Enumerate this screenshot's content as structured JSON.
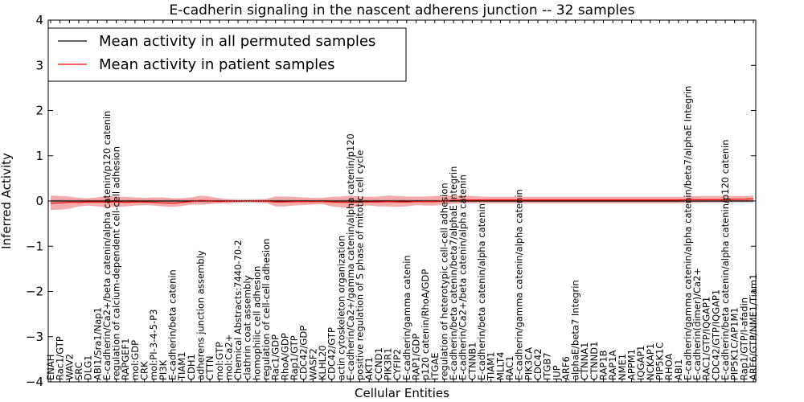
{
  "chart_data": {
    "type": "line",
    "title": "E-cadherin signaling in the nascent adherens junction -- 32 samples",
    "xlabel": "Cellular Entities",
    "ylabel": "Inferred Activity",
    "ylim": [
      -4,
      4
    ],
    "yticks": [
      -4,
      -3,
      -2,
      -1,
      0,
      1,
      2,
      3,
      4
    ],
    "grid": false,
    "legend_position": "top-left",
    "categories": [
      "ENAH",
      "Rac1/GTP",
      "WAV2",
      "SRC",
      "DLG1",
      "ABI1/Sra1/Nap1",
      "E-cadherin/Ca2+/beta catenin/alpha catenin/p120 catenin",
      "regulation of calcium-dependent cell-cell adhesion",
      "RAPGEF1",
      "mol:GDP",
      "CRK",
      "mol:PI-3-4-5-P3",
      "PI3K",
      "E-cadherin/beta catenin",
      "TIAM1",
      "CDH1",
      "adherens junction assembly",
      "CTTN",
      "mol:GTP",
      "mol:Ca2+",
      "Chemical Abstracts:7440-70-2",
      "clathrin coat assembly",
      "homophilic cell adhesion",
      "regulation of cell-cell adhesion",
      "Rac1/GDP",
      "RhoA/GDP",
      "Rap1/GTP",
      "CDC42/GDP",
      "WASF2",
      "KLHL20",
      "CDC42/GTP",
      "actin cytoskeleton organization",
      "E-cadherin/Ca2+/gamma catenin/alpha catenin/p120",
      "positive regulation of S phase of mitotic cell cycle",
      "AKT1",
      "CCND1",
      "PIK3R1",
      "CYFIP2",
      "E-cadherin/gamma catenin",
      "RAP1/GDP",
      "p120 catenin/RhoA/GDP",
      "ITGAE",
      "regulation of heterotypic cell-cell adhesion",
      "E-cadherin/beta catenin/beta7/alphaE Integrin",
      "E-cadherin/Ca2+/beta catenin/alpha catenin",
      "CTNNB1",
      "E-cadherin/beta catenin/alpha catenin",
      "TIAM1",
      "MLLT4",
      "RAC1",
      "E-cadherin/gamma catenin/alpha catenin",
      "PIK3CA",
      "CDC42",
      "ITGB7",
      "JUP",
      "ARF6",
      "alphaE/beta7 Integrin",
      "CTNNA1",
      "CTNND1",
      "RAP1B",
      "RAP1A",
      "NME1",
      "APPM1",
      "IQGAP1",
      "NCKAP1",
      "PIP5K1C",
      "RHOA",
      "ABI1",
      "E-cadherin/gamma catenin/alpha catenin/beta7/alphaE Integrin",
      "E-cadherin(dimer)/Ca2+",
      "RAC1/GTP/IQGAP1",
      "CDC42/GTP/IQGAP1",
      "E-cadherin/beta catenin/alpha catenin/p120 catenin",
      "PIP5K1C/AP1M1",
      "Rap1/GTP/I-afadin",
      "ARF6/GTP/NME1/Tiam1"
    ],
    "series": [
      {
        "name": "Mean activity in all permuted samples",
        "color": "#000000",
        "values": [
          0,
          0,
          0,
          0,
          0,
          0,
          0,
          0,
          0,
          0,
          0,
          0,
          0,
          0,
          0,
          0,
          0,
          0,
          0,
          0,
          0,
          0,
          0,
          0,
          0,
          0,
          0,
          0,
          0,
          0,
          0,
          0,
          0,
          0,
          0,
          0,
          0,
          0,
          0,
          0,
          0,
          0,
          0,
          0,
          0,
          0,
          0,
          0,
          0,
          0,
          0,
          0,
          0,
          0,
          0,
          0,
          0,
          0,
          0,
          0,
          0,
          0,
          0,
          0,
          0,
          0,
          0,
          0,
          0,
          0,
          0,
          0,
          0,
          0,
          0,
          0
        ],
        "lower": [
          -0.05,
          -0.05,
          -0.05,
          -0.05,
          -0.05,
          -0.05,
          -0.05,
          -0.05,
          -0.05,
          -0.05,
          -0.05,
          -0.05,
          -0.05,
          -0.05,
          -0.05,
          -0.05,
          -0.05,
          -0.05,
          -0.05,
          -0.05,
          -0.05,
          -0.05,
          -0.05,
          -0.05,
          -0.05,
          -0.05,
          -0.05,
          -0.05,
          -0.05,
          -0.05,
          -0.05,
          -0.05,
          -0.05,
          -0.05,
          -0.05,
          -0.05,
          -0.05,
          -0.05,
          -0.05,
          -0.05,
          -0.05,
          -0.05,
          -0.05,
          -0.05,
          -0.05,
          -0.05,
          -0.05,
          -0.05,
          -0.05,
          -0.05,
          -0.05,
          -0.05,
          -0.05,
          -0.05,
          -0.05,
          -0.05,
          -0.05,
          -0.05,
          -0.05,
          -0.05,
          -0.05,
          -0.05,
          -0.05,
          -0.05,
          -0.05,
          -0.05,
          -0.05,
          -0.05,
          -0.05,
          -0.05,
          -0.05,
          -0.05,
          -0.05,
          -0.05,
          -0.05,
          -0.05
        ],
        "upper": [
          0.05,
          0.05,
          0.05,
          0.05,
          0.05,
          0.05,
          0.05,
          0.05,
          0.05,
          0.05,
          0.05,
          0.05,
          0.05,
          0.05,
          0.05,
          0.05,
          0.05,
          0.05,
          0.05,
          0.05,
          0.05,
          0.05,
          0.05,
          0.05,
          0.05,
          0.05,
          0.05,
          0.05,
          0.05,
          0.05,
          0.05,
          0.05,
          0.05,
          0.05,
          0.05,
          0.05,
          0.05,
          0.05,
          0.05,
          0.05,
          0.05,
          0.05,
          0.05,
          0.05,
          0.05,
          0.05,
          0.05,
          0.05,
          0.05,
          0.05,
          0.05,
          0.05,
          0.05,
          0.05,
          0.05,
          0.05,
          0.05,
          0.05,
          0.05,
          0.05,
          0.05,
          0.05,
          0.05,
          0.05,
          0.05,
          0.05,
          0.05,
          0.05,
          0.05,
          0.05,
          0.05,
          0.05,
          0.05,
          0.05,
          0.05,
          0.05
        ],
        "band_color": "#bfc4d4"
      },
      {
        "name": "Mean activity in patient samples",
        "color": "#ff0000",
        "values": [
          -0.05,
          -0.04,
          -0.03,
          -0.03,
          -0.02,
          -0.02,
          -0.02,
          -0.02,
          -0.03,
          -0.02,
          -0.02,
          -0.03,
          -0.04,
          -0.05,
          -0.03,
          -0.01,
          0.01,
          0.0,
          -0.01,
          0.0,
          0.0,
          0.0,
          0.0,
          0.0,
          -0.02,
          -0.02,
          -0.01,
          -0.01,
          -0.01,
          -0.01,
          -0.02,
          -0.03,
          -0.03,
          -0.02,
          -0.02,
          -0.02,
          -0.01,
          -0.02,
          -0.02,
          -0.01,
          -0.01,
          -0.01,
          0.0,
          0.02,
          0.02,
          0.02,
          0.02,
          0.02,
          0.02,
          0.02,
          0.02,
          0.02,
          0.02,
          0.02,
          0.02,
          0.02,
          0.02,
          0.02,
          0.02,
          0.02,
          0.02,
          0.02,
          0.02,
          0.02,
          0.02,
          0.02,
          0.02,
          0.02,
          0.03,
          0.03,
          0.03,
          0.03,
          0.03,
          0.04,
          0.04,
          0.05
        ],
        "lower": [
          -0.2,
          -0.19,
          -0.17,
          -0.12,
          -0.1,
          -0.12,
          -0.14,
          -0.13,
          -0.12,
          -0.1,
          -0.09,
          -0.1,
          -0.12,
          -0.13,
          -0.11,
          -0.08,
          -0.08,
          -0.07,
          -0.05,
          -0.05,
          -0.03,
          -0.02,
          -0.03,
          -0.04,
          -0.12,
          -0.12,
          -0.1,
          -0.09,
          -0.08,
          -0.07,
          -0.12,
          -0.14,
          -0.14,
          -0.11,
          -0.1,
          -0.12,
          -0.12,
          -0.13,
          -0.12,
          -0.09,
          -0.1,
          -0.1,
          -0.08,
          -0.06,
          -0.05,
          -0.05,
          -0.05,
          -0.05,
          -0.05,
          -0.05,
          -0.05,
          -0.05,
          -0.05,
          -0.05,
          -0.05,
          -0.05,
          -0.05,
          -0.05,
          -0.05,
          -0.05,
          -0.05,
          -0.05,
          -0.05,
          -0.05,
          -0.05,
          -0.05,
          -0.05,
          -0.05,
          -0.04,
          -0.04,
          -0.03,
          -0.03,
          -0.03,
          -0.02,
          -0.02,
          -0.01
        ],
        "upper": [
          0.12,
          0.11,
          0.1,
          0.07,
          0.06,
          0.08,
          0.11,
          0.1,
          0.09,
          0.08,
          0.07,
          0.08,
          0.08,
          0.06,
          0.06,
          0.08,
          0.12,
          0.1,
          0.06,
          0.03,
          0.02,
          0.02,
          0.03,
          0.04,
          0.1,
          0.1,
          0.09,
          0.08,
          0.07,
          0.07,
          0.09,
          0.1,
          0.12,
          0.1,
          0.09,
          0.1,
          0.12,
          0.11,
          0.1,
          0.1,
          0.1,
          0.11,
          0.12,
          0.12,
          0.12,
          0.11,
          0.1,
          0.09,
          0.09,
          0.09,
          0.09,
          0.09,
          0.09,
          0.09,
          0.09,
          0.09,
          0.09,
          0.09,
          0.09,
          0.09,
          0.09,
          0.09,
          0.09,
          0.09,
          0.09,
          0.09,
          0.09,
          0.09,
          0.1,
          0.11,
          0.11,
          0.11,
          0.11,
          0.11,
          0.11,
          0.12
        ],
        "band_color": "#f08080"
      }
    ]
  }
}
